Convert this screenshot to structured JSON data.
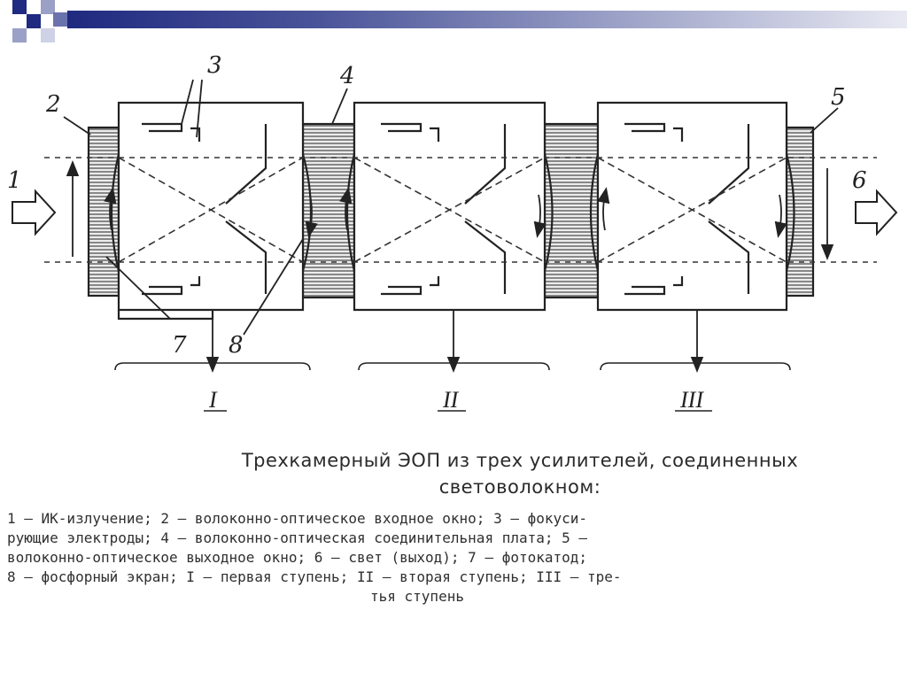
{
  "labels": {
    "n1": "1",
    "n2": "2",
    "n3": "3",
    "n4": "4",
    "n5": "5",
    "n6": "6",
    "n7": "7",
    "n8": "8",
    "stage1": "I",
    "stage2": "II",
    "stage3": "III"
  },
  "caption": {
    "title_line1": "Трехкамерный ЭОП из трех усилителей, соединенных",
    "title_line2": "световолокном:",
    "lines": [
      "1 — ИК-излучение; 2 — волоконно-оптическое входное окно; 3 — фокуси-",
      "рующие электроды; 4 — волоконно-оптическая соединительная плата; 5 —",
      "волоконно-оптическое выходное окно; 6 — свет (выход); 7 — фотокатод;",
      "8 — фосфорный экран; I — первая ступень; II — вторая ступень; III — тре-",
      "тья ступень"
    ]
  },
  "colors": {
    "ink": "#222222",
    "bar_dark": "#1f2a80",
    "bar_light": "#e8e9f2"
  }
}
